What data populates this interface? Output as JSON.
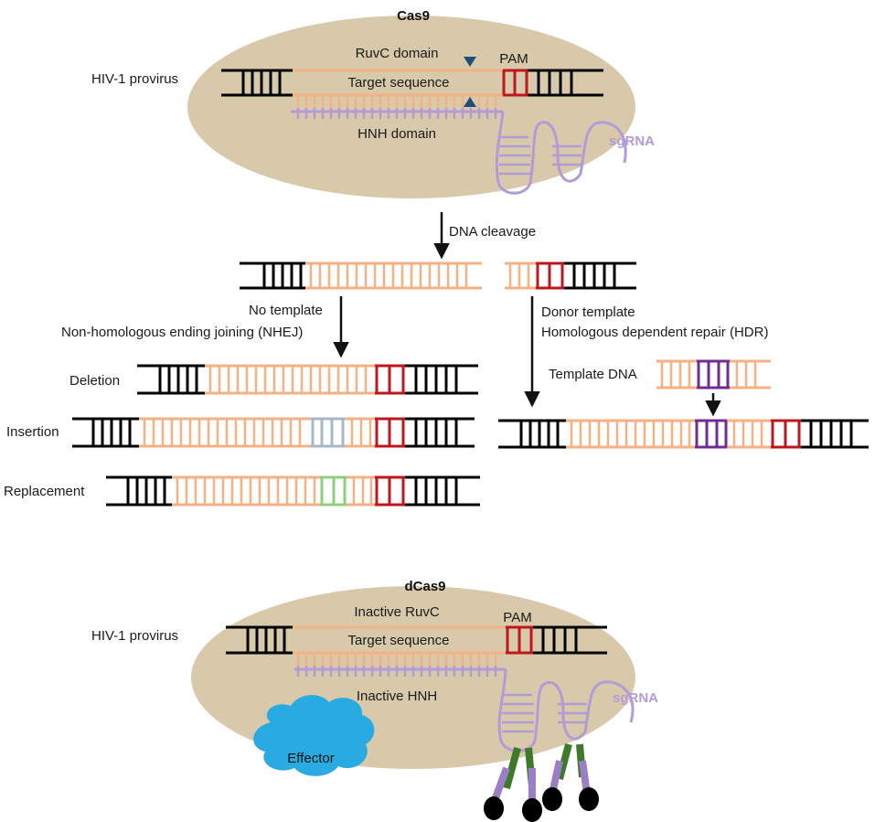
{
  "colors": {
    "black": "#000000",
    "target": "#f4b183",
    "pam": "#c0161d",
    "sgrna": "#b39bd6",
    "insert": "#a8b7c8",
    "replace": "#8ccf7f",
    "template_mid": "#6f2c91",
    "capsule": "#d8c9aa",
    "effector": "#29abe2",
    "green": "#3f7a2c"
  },
  "cas9": {
    "title": "Cas9",
    "provirus_label": "HIV-1 provirus",
    "ruvc_label": "RuvC domain",
    "pam_label": "PAM",
    "target_label": "Target sequence",
    "hnh_label": "HNH domain",
    "sgrna_label": "sgRNA"
  },
  "cleavage": {
    "label": "DNA cleavage"
  },
  "nhej": {
    "line1": "No template",
    "line2": "Non-homologous ending joining (NHEJ)",
    "deletion": "Deletion",
    "insertion": "Insertion",
    "replacement": "Replacement"
  },
  "hdr": {
    "line1": "Donor template",
    "line2": "Homologous dependent repair (HDR)",
    "template_dna": "Template DNA"
  },
  "dcas9": {
    "title": "dCas9",
    "provirus_label": "HIV-1 provirus",
    "ruvc_label": "Inactive RuvC",
    "pam_label": "PAM",
    "target_label": "Target sequence",
    "hnh_label": "Inactive HNH",
    "sgrna_label": "sgRNA",
    "effector_label": "Effector"
  }
}
